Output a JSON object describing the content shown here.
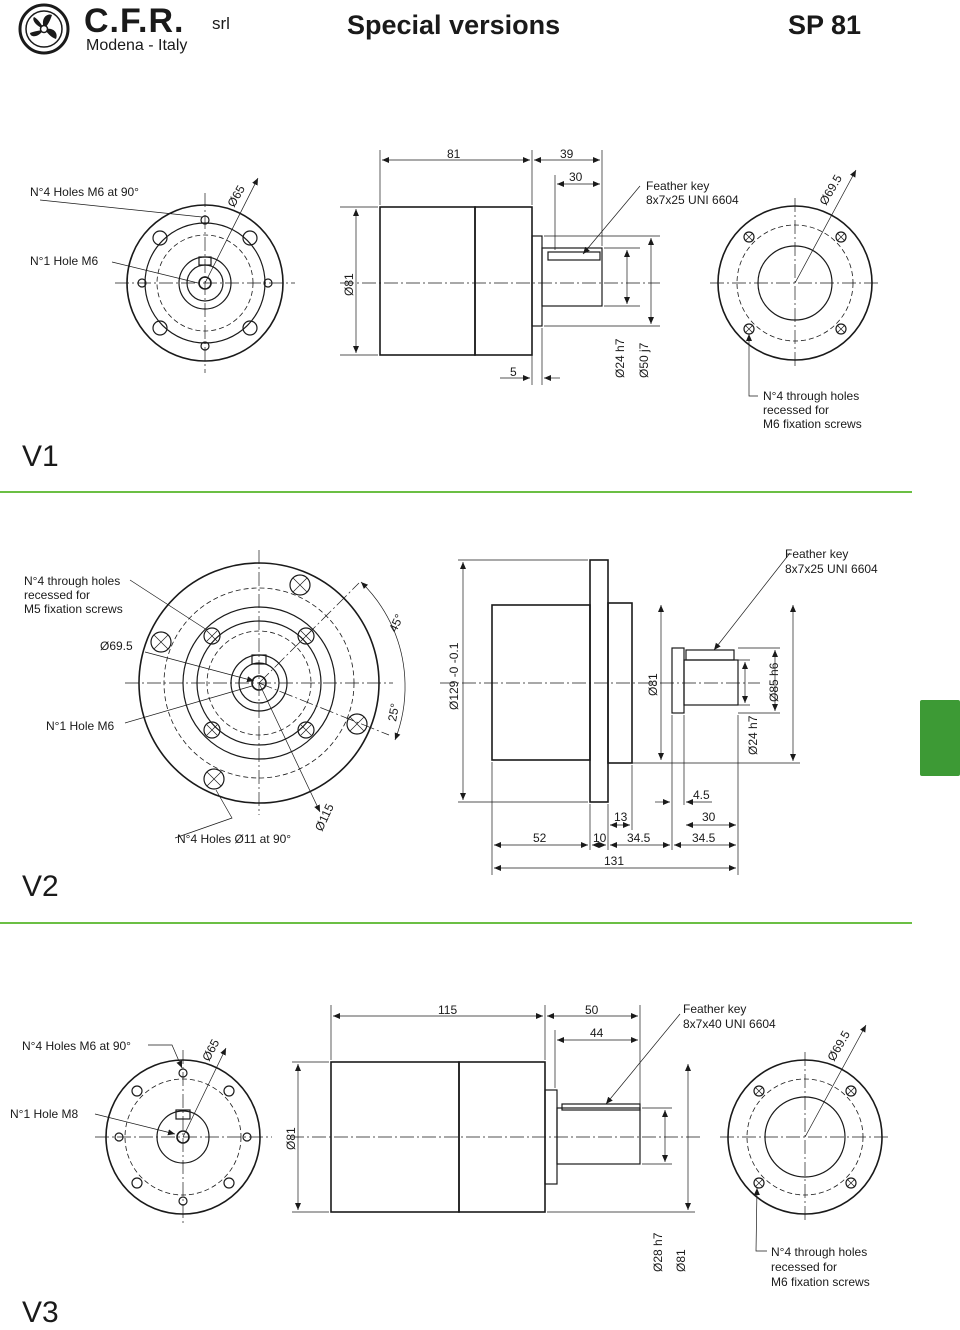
{
  "header": {
    "brand": "C.F.R.",
    "srl": "srl",
    "location": "Modena - Italy",
    "title": "Special versions",
    "model": "SP 81"
  },
  "sections": {
    "v1": "V1",
    "v2": "V2",
    "v3": "V3"
  },
  "v1": {
    "front_holes": "N°4 Holes M6 at 90°",
    "front_hole": "N°1 Hole M6",
    "pcd": "Ø65",
    "len_body": "81",
    "len_shaft": "39",
    "len_key": "30",
    "key": [
      "Feather key",
      "8x7x25 UNI 6604"
    ],
    "dia_body": "Ø81",
    "len_collar": "5",
    "dia_shaft": "Ø24 h7",
    "dia_pilot": "Ø50 j7",
    "rear_pcd": "Ø69.5",
    "rear_holes": [
      "N°4 through holes",
      "recessed for",
      "M6 fixation screws"
    ]
  },
  "v2": {
    "thru_holes": [
      "N°4 through holes",
      "recessed for",
      "M5 fixation screws"
    ],
    "pcd_inner": "Ø69.5",
    "angle_45": "45°",
    "angle_25": "25°",
    "front_hole": "N°1 Hole M6",
    "pcd_outer": "Ø115",
    "flange_holes": "N°4 Holes Ø11 at 90°",
    "dia_flange": "Ø129 -0 -0.1",
    "dia_body": "Ø81",
    "key": [
      "Feather key",
      "8x7x25 UNI 6604"
    ],
    "dia_pilot": "Ø85 h6",
    "dia_shaft": "Ø24 h7",
    "d_4_5": "4.5",
    "d_13": "13",
    "d_30": "30",
    "d_52": "52",
    "d_10": "10",
    "d_34_5a": "34.5",
    "d_34_5b": "34.5",
    "d_131": "131"
  },
  "v3": {
    "front_holes": "N°4 Holes M6 at 90°",
    "pcd": "Ø65",
    "front_hole": "N°1 Hole M8",
    "dia_body_front": "Ø81",
    "len_body": "115",
    "len_shaft": "50",
    "len_key": "44",
    "key": [
      "Feather key",
      "8x7x40 UNI 6604"
    ],
    "dia_shaft": "Ø28 h7",
    "dia_body": "Ø81",
    "rear_pcd": "Ø69.5",
    "rear_holes": [
      "N°4 through holes",
      "recessed for",
      "M6 fixation screws"
    ]
  },
  "colors": {
    "divider": "#6bbf44",
    "tab": "#3d9a35",
    "ink": "#1a1a1a"
  }
}
